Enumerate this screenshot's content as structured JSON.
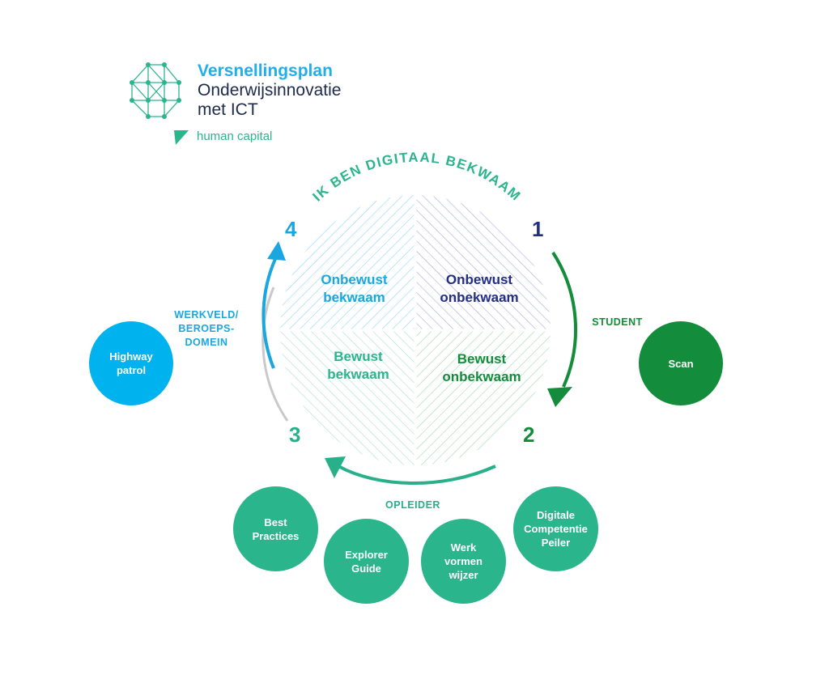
{
  "logo": {
    "line1": "Versnellingsplan",
    "line2": "Onderwijsinnovatie",
    "line3": "met ICT",
    "tagline": "human capital"
  },
  "arc_title": "IK BEN DIGITAAL BEKWAAM",
  "quadrants": {
    "top_left": "Onbewust\nbekwaam",
    "top_right": "Onbewust\nonbekwaam",
    "bottom_left": "Bewust\nbekwaam",
    "bottom_right": "Bewust\nonbekwaam"
  },
  "numbers": {
    "n1": "1",
    "n2": "2",
    "n3": "3",
    "n4": "4"
  },
  "labels": {
    "werkveld": "WERKVELD/\nBEROEPS-\nDOMEIN",
    "student": "STUDENT",
    "opleider": "OPLEIDER"
  },
  "bubbles": {
    "highway": "Highway\npatrol",
    "scan": "Scan",
    "best": "Best\nPractices",
    "explorer": "Explorer\nGuide",
    "werk": "Werk\nvormen\nwijzer",
    "digitale": "Digitale\nCompetentie\nPeiler"
  },
  "colors": {
    "navy": "#232e86",
    "cyan": "#1aa7e0",
    "green_dark": "#138c3b",
    "teal": "#27b08a",
    "logo_dark": "#1e2a4a"
  }
}
